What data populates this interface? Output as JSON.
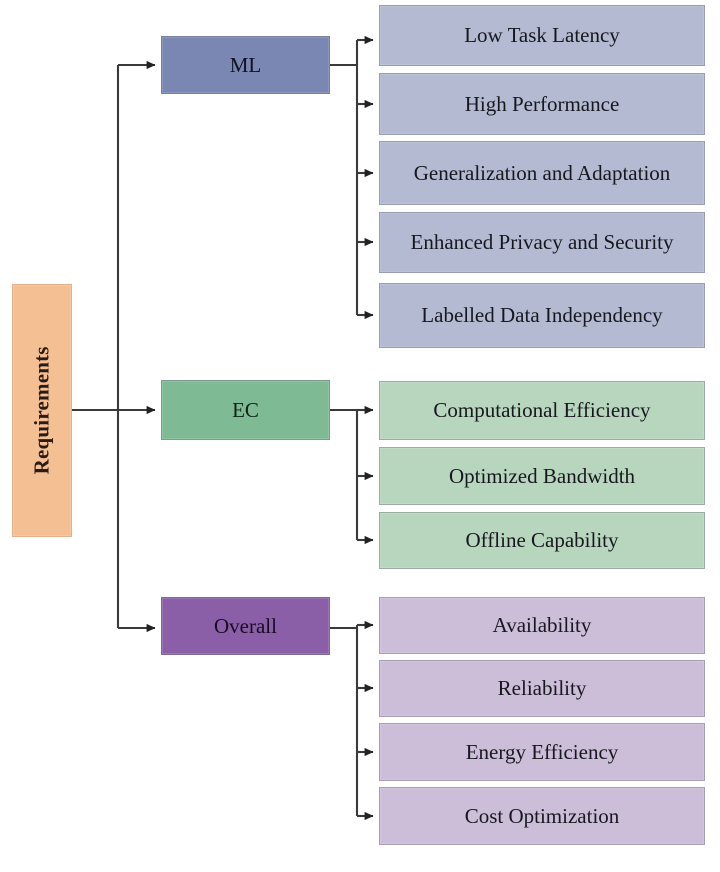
{
  "diagram": {
    "type": "hierarchy-tree",
    "root": {
      "label": "Requirements",
      "color": "#f5bf94",
      "orientation": "vertical-text"
    },
    "branches": [
      {
        "id": "ml",
        "label": "ML",
        "header_color": "#7b87b3",
        "item_color": "#b3bad2",
        "items": [
          "Low Task Latency",
          "High Performance",
          "Generalization and Adaptation",
          "Enhanced Privacy and Security",
          "Labelled Data Independency"
        ]
      },
      {
        "id": "ec",
        "label": "EC",
        "header_color": "#7ebb95",
        "item_color": "#b8d6be",
        "items": [
          "Computational Efficiency",
          "Optimized Bandwidth",
          "Offline Capability"
        ]
      },
      {
        "id": "overall",
        "label": "Overall",
        "header_color": "#8b5fa8",
        "item_color": "#ccbdd8",
        "items": [
          "Availability",
          "Reliability",
          "Energy Efficiency",
          "Cost Optimization"
        ]
      }
    ],
    "connector_color": "#3a3a3a"
  }
}
